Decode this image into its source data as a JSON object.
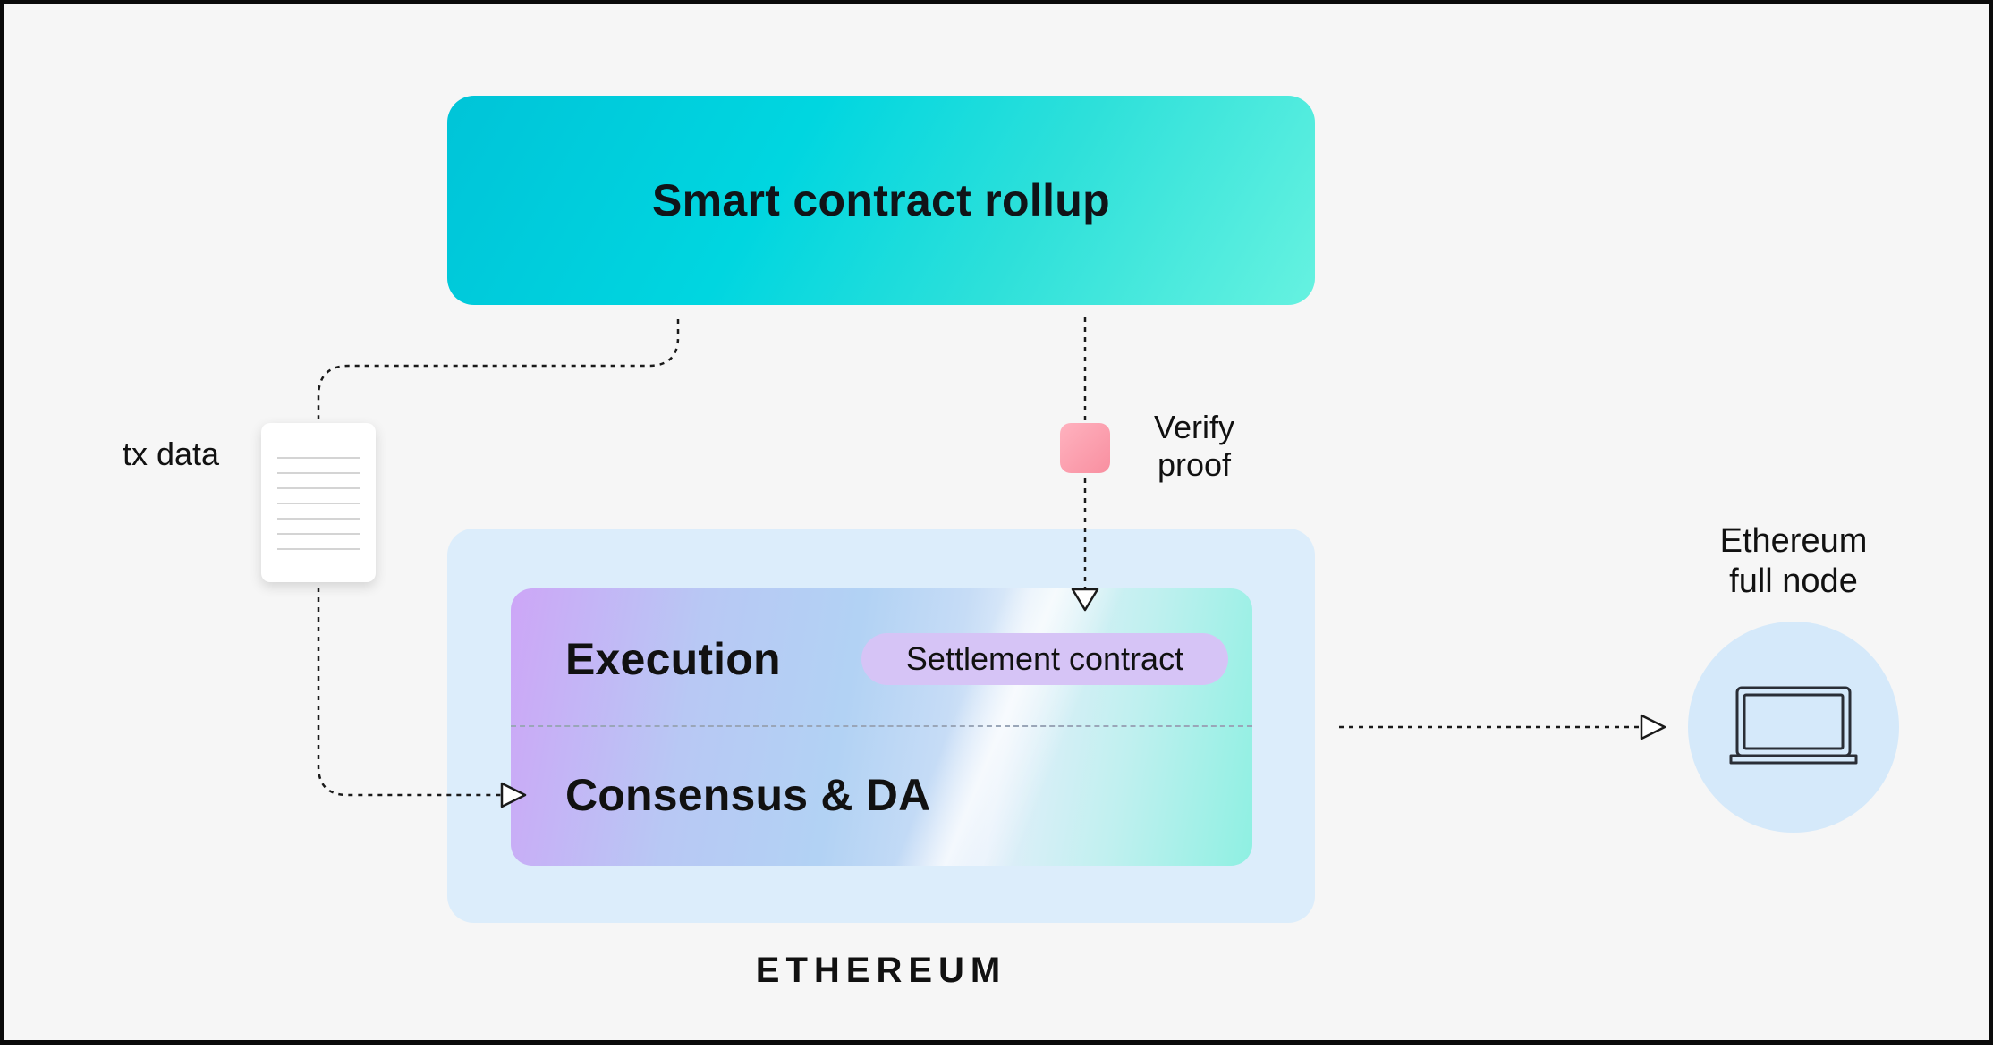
{
  "diagram": {
    "rollup_title": "Smart contract rollup",
    "tx_label": "tx data",
    "verify_label_line1": "Verify",
    "verify_label_line2": "proof",
    "execution_label": "Execution",
    "settlement_label": "Settlement contract",
    "consensus_label": "Consensus & DA",
    "node_label_line1": "Ethereum",
    "node_label_line2": "full node",
    "ethereum_label": "ETHEREUM"
  },
  "icons": {
    "document": "document-icon",
    "verify": "proof-square-icon",
    "node": "laptop-icon"
  },
  "colors": {
    "background": "#f6f6f6",
    "rollup_gradient_start": "#00c4d8",
    "rollup_gradient_end": "#66f2e0",
    "ethereum_container": "#dcedfb",
    "inner_gradient_start": "#cda6f7",
    "inner_gradient_end": "#8ef0e2",
    "pill": "#d6c4f6",
    "verify_square": "#f88fa0",
    "node_circle": "#d5e9fa"
  }
}
